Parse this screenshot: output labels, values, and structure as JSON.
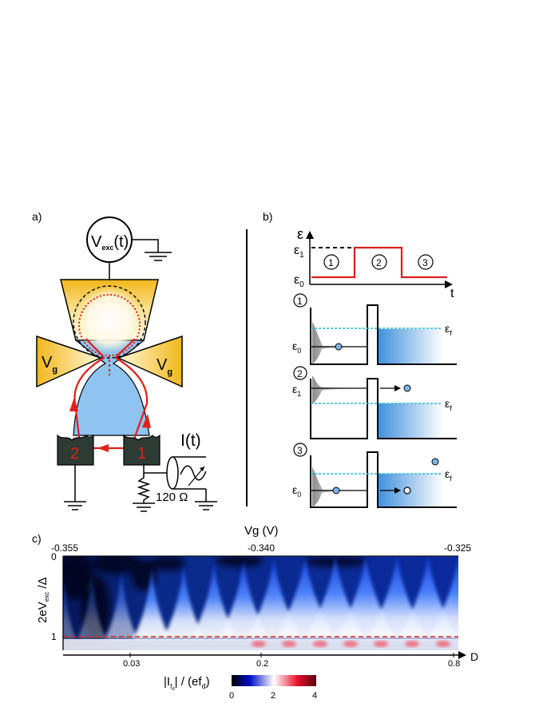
{
  "panel_a": {
    "label": "a)",
    "source_main": "V",
    "source_sub": "exc",
    "source_tail": "(t)",
    "gate_left": "V",
    "gate_left_sub": "g",
    "gate_right": "V",
    "gate_right_sub": "g",
    "contact_2": "2",
    "contact_1": "1",
    "current": "I(t)",
    "resistor": "120 Ω"
  },
  "panel_b": {
    "label": "b)",
    "axis_y": "ε",
    "axis_t": "t",
    "level_1_main": "ε",
    "level_1_sub": "1",
    "level_0_main": "ε",
    "level_0_sub": "0",
    "steps": [
      "1",
      "2",
      "3"
    ],
    "subpanels": [
      {
        "number": "1",
        "level_main": "ε",
        "level_sub": "0",
        "fermi_main": "ε",
        "fermi_sub": "f"
      },
      {
        "number": "2",
        "level_main": "ε",
        "level_sub": "1",
        "fermi_main": "ε",
        "fermi_sub": "f"
      },
      {
        "number": "3",
        "level_main": "ε",
        "level_sub": "0",
        "fermi_main": "ε",
        "fermi_sub": "f"
      }
    ]
  },
  "panel_c": {
    "label": "c)",
    "top_axis_title": "Vg (V)",
    "top_ticks": [
      "-0.355",
      "-0.340",
      "-0.325"
    ],
    "y_axis_title_main": "2eV",
    "y_axis_title_sub": "exc",
    "y_axis_title_tail": " /Δ",
    "y_ticks": [
      "0",
      "1"
    ],
    "bottom_axis_title": "D",
    "bottom_ticks": [
      "0.03",
      "0.2",
      "0.8"
    ],
    "colorbar_title_pre": "|I",
    "colorbar_title_sub1": "f",
    "colorbar_title_sub2": "d",
    "colorbar_title_mid": "| / (ef",
    "colorbar_title_sub3": "d",
    "colorbar_title_end": ")",
    "colorbar_ticks": [
      "0",
      "2",
      "4"
    ]
  },
  "colors": {
    "gold": "#f5c842",
    "island_blue": "#8fc3f0",
    "path_red": "#e0201a",
    "contact_dark": "#2e3b35",
    "fermi_cyan": "#24b8d8",
    "step_red": "#d92020",
    "dot_blue": "#7fb4e6"
  }
}
